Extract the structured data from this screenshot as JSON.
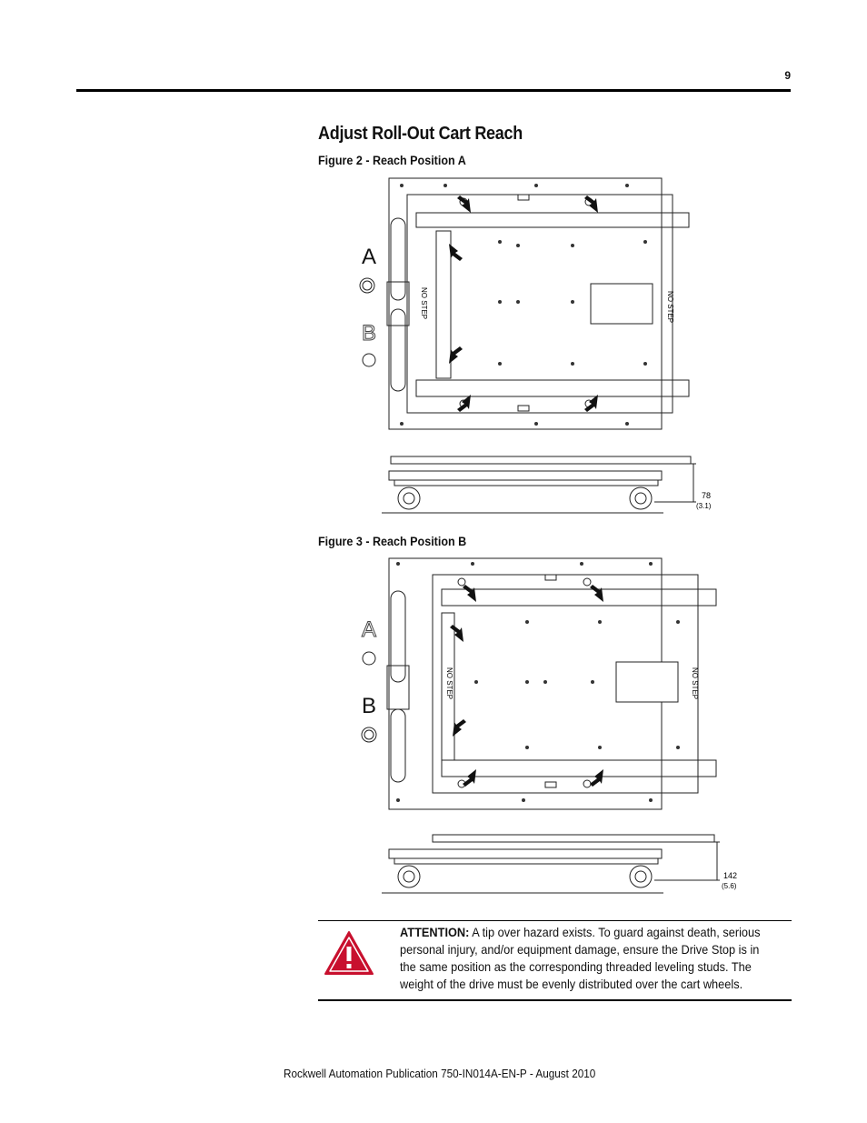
{
  "page": {
    "number": "9",
    "section_title": "Adjust Roll-Out Cart Reach",
    "footer": "Rockwell Automation Publication 750-IN014A-EN-P - August 2010"
  },
  "figure2": {
    "caption": "Figure 2 - Reach Position A",
    "label_a": "A",
    "label_b": "B",
    "selected": "A",
    "no_step": "NO STEP",
    "dimension": "78",
    "dimension_in": "(3.1)"
  },
  "figure3": {
    "caption": "Figure 3 - Reach Position B",
    "label_a": "A",
    "label_b": "B",
    "selected": "B",
    "no_step": "NO STEP",
    "dimension": "142",
    "dimension_in": "(5.6)"
  },
  "attention": {
    "label": "ATTENTION:",
    "text": " A tip over hazard exists. To guard against death, serious personal injury, and/or equipment damage, ensure the Drive Stop is in the same position as the corresponding threaded leveling studs. The weight of the drive must be evenly distributed over the cart wheels.",
    "icon": "warning-triangle-icon",
    "icon_color": "#c8102e"
  }
}
